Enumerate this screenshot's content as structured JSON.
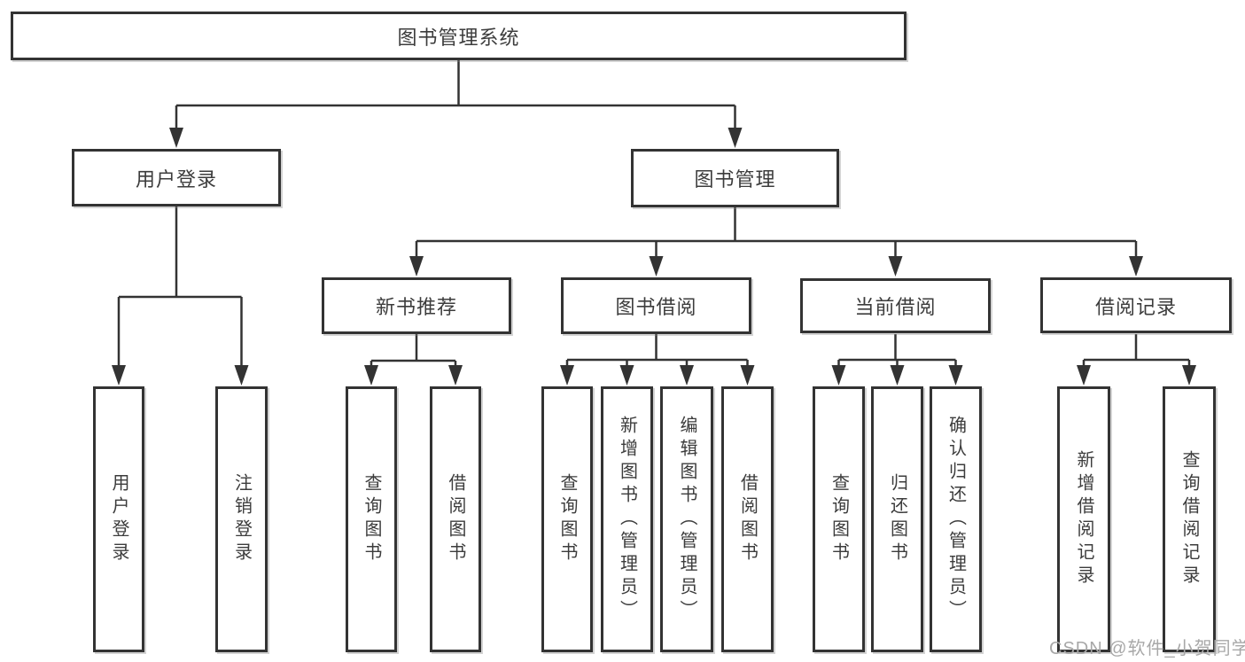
{
  "tree": {
    "root": {
      "label": "图书管理系统"
    },
    "branches": [
      {
        "label": "用户登录",
        "children": [
          {
            "label": "用户登录"
          },
          {
            "label": "注销登录"
          }
        ]
      },
      {
        "label": "图书管理",
        "children": [
          {
            "label": "新书推荐",
            "children": [
              {
                "label": "查询图书"
              },
              {
                "label": "借阅图书"
              }
            ]
          },
          {
            "label": "图书借阅",
            "children": [
              {
                "label": "查询图书"
              },
              {
                "label": "新增图书（管理员）"
              },
              {
                "label": "编辑图书（管理员）"
              },
              {
                "label": "借阅图书"
              }
            ]
          },
          {
            "label": "当前借阅",
            "children": [
              {
                "label": "查询图书"
              },
              {
                "label": "归还图书"
              },
              {
                "label": "确认归还（管理员）"
              }
            ]
          },
          {
            "label": "借阅记录",
            "children": [
              {
                "label": "新增借阅记录"
              },
              {
                "label": "查询借阅记录"
              }
            ]
          }
        ]
      }
    ]
  },
  "watermark": {
    "text": "CSDN @软件_小贺同学"
  },
  "colors": {
    "line": "#333333",
    "box_border": "#333333",
    "box_fill": "#ffffff",
    "text": "#3c3c3c",
    "watermark": "#a8a8a8"
  }
}
